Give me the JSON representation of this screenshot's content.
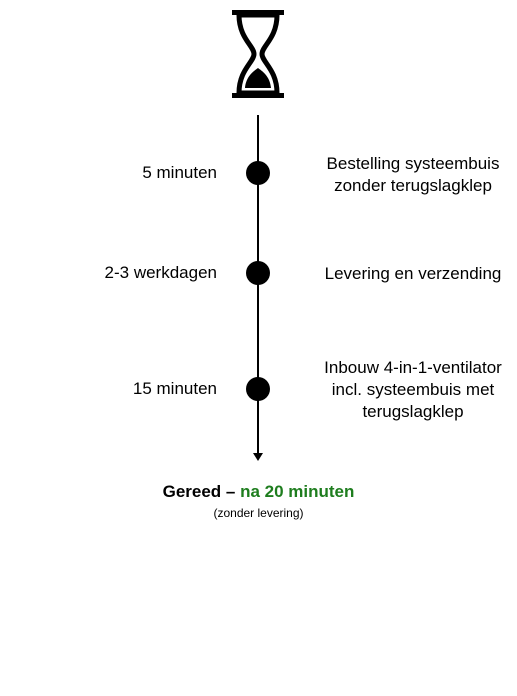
{
  "icon": "hourglass-icon",
  "steps": [
    {
      "duration": "5 minuten",
      "description": "Bestelling systeembuis zonder terugslagklep"
    },
    {
      "duration": "2-3 werkdagen",
      "description": "Levering en verzending"
    },
    {
      "duration": "15 minuten",
      "description": "Inbouw 4-in-1-ventilator incl. systeembuis met terugslagklep"
    }
  ],
  "result": {
    "prefix": "Gereed –",
    "highlight": "na 20 minuten",
    "note": "(zonder levering)",
    "highlight_color": "#1e7d1e"
  }
}
